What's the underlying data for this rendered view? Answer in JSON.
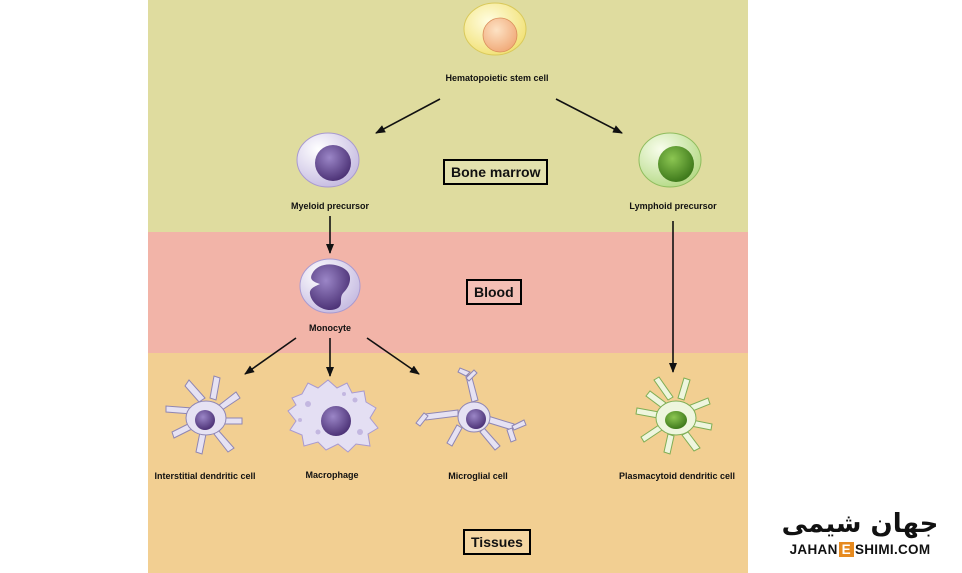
{
  "regions": {
    "bone_marrow": "Bone marrow",
    "blood": "Blood",
    "tissues": "Tissues"
  },
  "cells": {
    "stem": "Hematopoietic stem cell",
    "myeloid": "Myeloid precursor",
    "lymphoid": "Lymphoid precursor",
    "monocyte": "Monocyte",
    "interstitial": "Interstitial dendritic cell",
    "macrophage": "Macrophage",
    "microglial": "Microglial cell",
    "plasmacytoid": "Plasmacytoid dendritic cell"
  },
  "logo": {
    "persian": "جهان شیمی",
    "pre": "JAHAN",
    "e": "E",
    "post": "SHIMI.COM"
  },
  "colors": {
    "bone_marrow_bg": "#dfdc9f",
    "blood_bg": "#f2b4a8",
    "tissue_bg": "#f2cf92",
    "myeloid_nucleus": "#6b4f9a",
    "lymphoid_nucleus": "#5f9a32",
    "logo_accent": "#e68a1f"
  }
}
